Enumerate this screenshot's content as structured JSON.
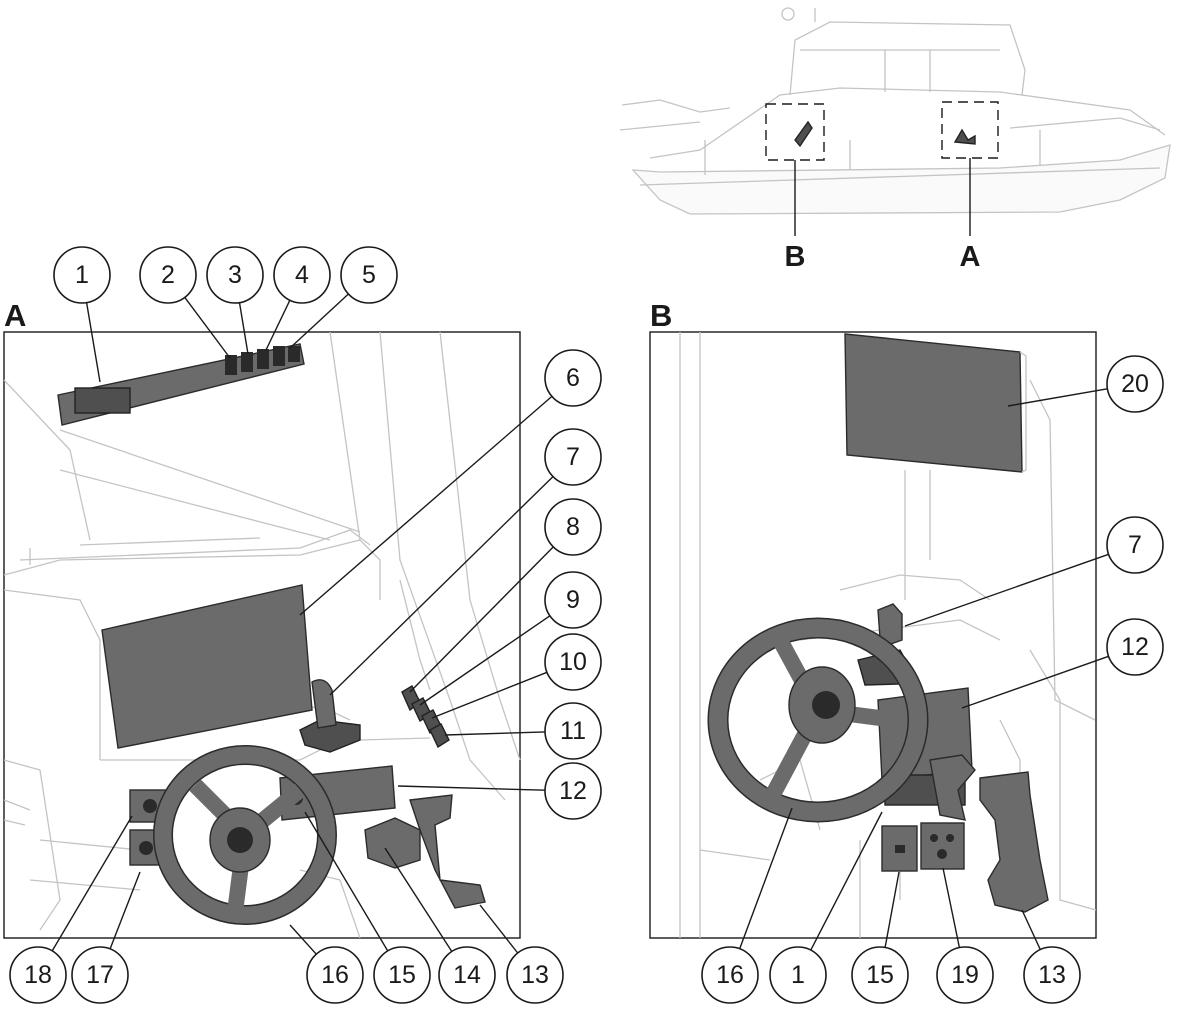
{
  "panels": {
    "a": {
      "letter": "A"
    },
    "b": {
      "letter": "B"
    }
  },
  "overview": {
    "marker_a": "A",
    "marker_b": "B"
  },
  "callouts_a": [
    "1",
    "2",
    "3",
    "4",
    "5",
    "6",
    "7",
    "8",
    "9",
    "10",
    "11",
    "12",
    "13",
    "14",
    "15",
    "16",
    "17",
    "18"
  ],
  "callouts_b": [
    "20",
    "7",
    "12",
    "16",
    "1",
    "15",
    "19",
    "13"
  ],
  "colors": {
    "component": "#6b6b6b",
    "outline": "#c4c4c4",
    "ink": "#1a1a1a"
  }
}
